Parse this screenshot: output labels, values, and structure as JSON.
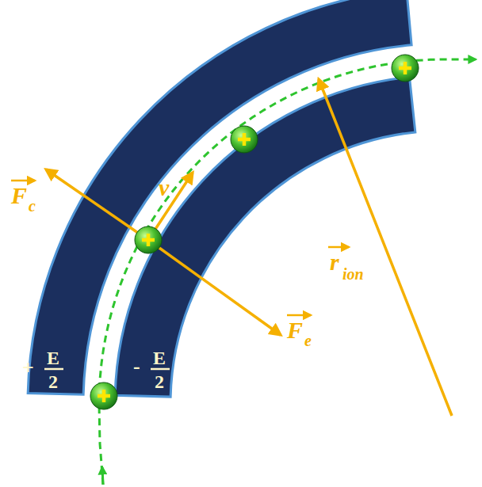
{
  "diagram": {
    "labels": [
      "F",
      "c",
      "v",
      "F",
      "e",
      "r",
      "ion",
      "+",
      "E",
      "2",
      "-",
      "E",
      "2"
    ]
  }
}
